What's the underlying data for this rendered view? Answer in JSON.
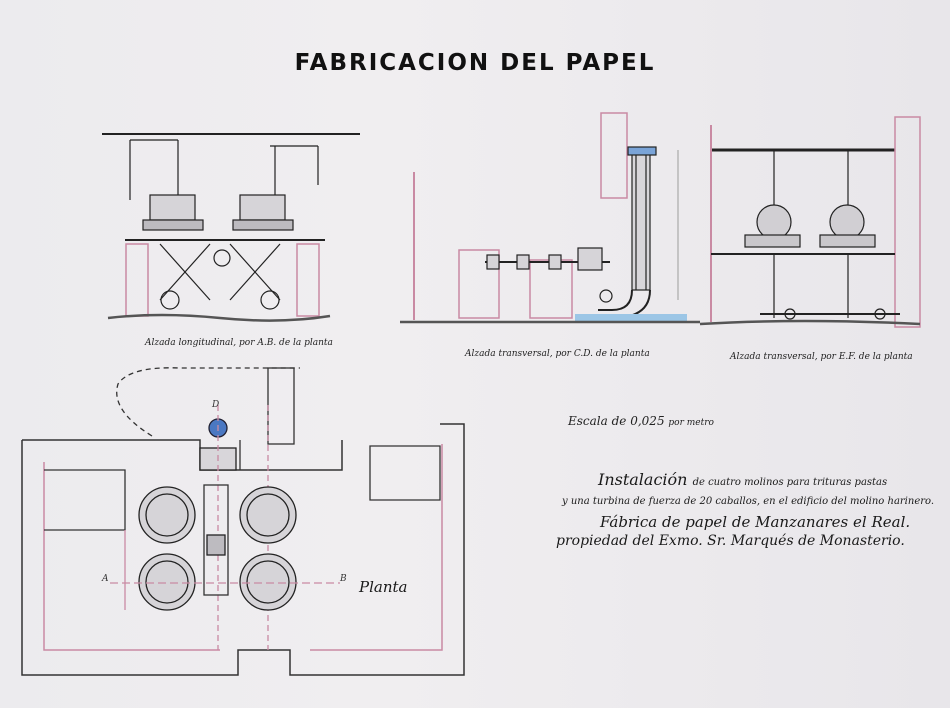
{
  "title": "FABRICACION DEL PAPEL",
  "captions": {
    "ab": "Alzada longitudinal, por A.B. de la planta",
    "cd": "Alzada transversal, por C.D. de la planta",
    "ef": "Alzada transversal, por E.F. de la planta"
  },
  "scale": {
    "prefix": "Escala de",
    "value": "0,025",
    "suffix": "por metro"
  },
  "legend": {
    "line1_big": "Instalación",
    "line1_small": "de cuatro molinos para trituras pastas",
    "line2": "y una turbina de fuerza de 20 caballos, en el edificio del molino harinero.",
    "line3": "Fábrica de papel de Manzanares el Real.",
    "line4": "propiedad del Exmo. Sr. Marqués de Monasterio."
  },
  "plan": {
    "label": "Planta",
    "letters": {
      "a": "A",
      "b": "B",
      "d": "D"
    }
  },
  "colors": {
    "ink": "#222222",
    "pink": "#c98aa3",
    "blue": "#5a8fd6",
    "wash": "#9cc6e6"
  }
}
